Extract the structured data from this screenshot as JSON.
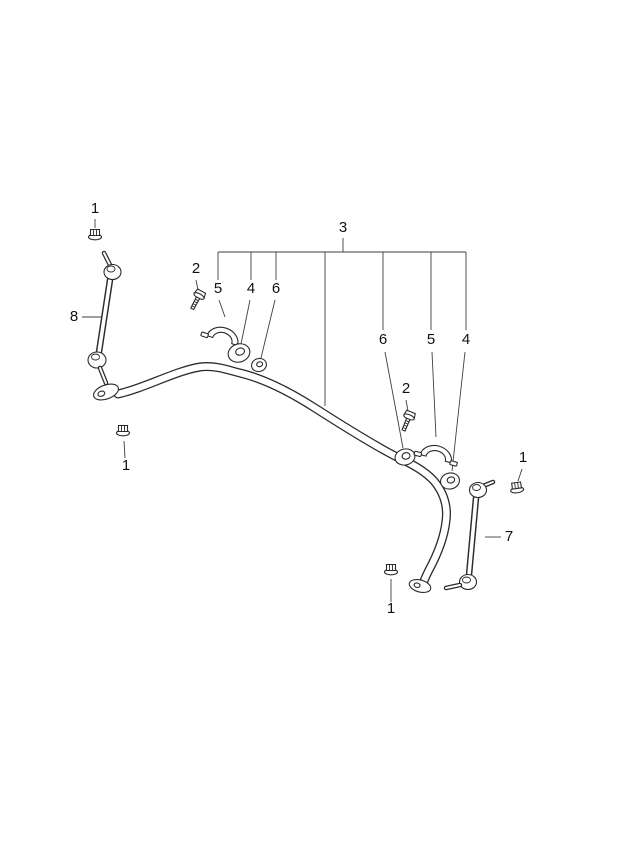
{
  "colors": {
    "background": "#ffffff",
    "line": "#2b2b2b",
    "label": "#111111"
  },
  "diagram": {
    "callouts": [
      {
        "label": "1"
      },
      {
        "label": "8"
      },
      {
        "label": "1"
      },
      {
        "label": "2"
      },
      {
        "label": "5"
      },
      {
        "label": "4"
      },
      {
        "label": "6"
      },
      {
        "label": "3"
      },
      {
        "label": "6"
      },
      {
        "label": "5"
      },
      {
        "label": "4"
      },
      {
        "label": "2"
      },
      {
        "label": "1"
      },
      {
        "label": "7"
      },
      {
        "label": "1"
      }
    ]
  }
}
